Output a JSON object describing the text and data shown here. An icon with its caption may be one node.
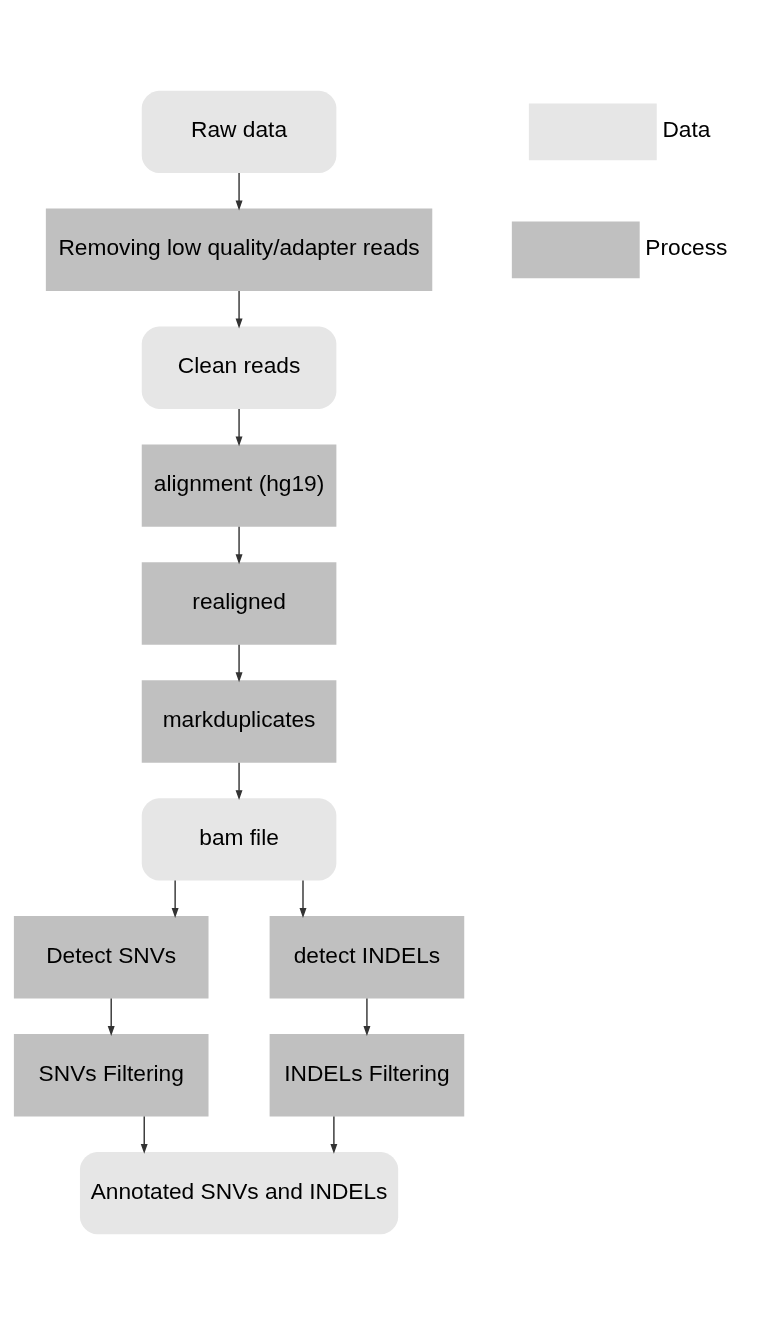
{
  "diagram": {
    "nodes": [
      {
        "text": [
          "Raw data"
        ]
      },
      {
        "text": [
          "Removing low quality/adapter reads"
        ]
      },
      {
        "text": [
          "Clean reads"
        ]
      },
      {
        "text": [
          "alignment (hg19)"
        ]
      },
      {
        "text": [
          "realigned"
        ]
      },
      {
        "text": [
          "markduplicates"
        ]
      },
      {
        "text": [
          "bam file"
        ]
      },
      {
        "text": [
          "Detect SNVs"
        ]
      },
      {
        "text": [
          "detect INDELs"
        ]
      },
      {
        "text": [
          "SNVs Filtering"
        ]
      },
      {
        "text": [
          "INDELs Filtering"
        ]
      },
      {
        "text": [
          "Annotated SNVs and INDELs"
        ]
      }
    ],
    "edges": [
      {
        "from": 0,
        "to": 1,
        "arrow": "to"
      },
      {
        "from": 1,
        "to": 2,
        "arrow": "to"
      },
      {
        "from": 2,
        "to": 3,
        "arrow": "to"
      },
      {
        "from": 3,
        "to": 4,
        "arrow": "to"
      },
      {
        "from": 4,
        "to": 5,
        "arrow": "to"
      },
      {
        "from": 5,
        "to": 6,
        "arrow": "to"
      },
      {
        "from": 6,
        "to": 7,
        "arrow": "to"
      },
      {
        "from": 6,
        "to": 8,
        "arrow": "to"
      },
      {
        "from": 7,
        "to": 9,
        "arrow": "to"
      },
      {
        "from": 8,
        "to": 10,
        "arrow": "to"
      },
      {
        "from": 9,
        "to": 11,
        "arrow": "to"
      },
      {
        "from": 10,
        "to": 11,
        "arrow": "to"
      }
    ],
    "legend": [
      {
        "text": "Data",
        "color": "#e6e6e6"
      },
      {
        "text": "Process",
        "color": "#c0c0c0"
      }
    ]
  }
}
